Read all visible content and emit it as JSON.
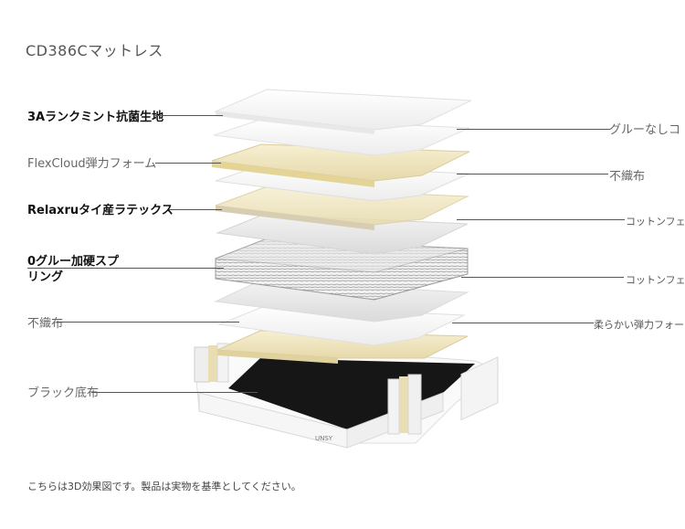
{
  "title": "CD386Cマットレス",
  "left_labels": [
    "3Aランクミント抗菌生地",
    "FlexCloud弾力フォーム",
    "Relaxruタイ産ラテックス",
    "0グルー加硬スプ",
    "リング",
    "不織布",
    "ブラック底布"
  ],
  "right_labels": [
    "グルーなしコ",
    "不織布",
    "コットンフェ",
    "コットンフェ",
    "柔らかい弾力フォー"
  ],
  "brand_mark": "UNSY",
  "footer": "こちらは3D効果図です。製品は実物を基準としてください。",
  "colors": {
    "white_layer": "#f4f4f4",
    "cream_layer": "#efe6c4",
    "gray_layer": "#e2e2e2",
    "base_black": "#1a1a1a"
  }
}
